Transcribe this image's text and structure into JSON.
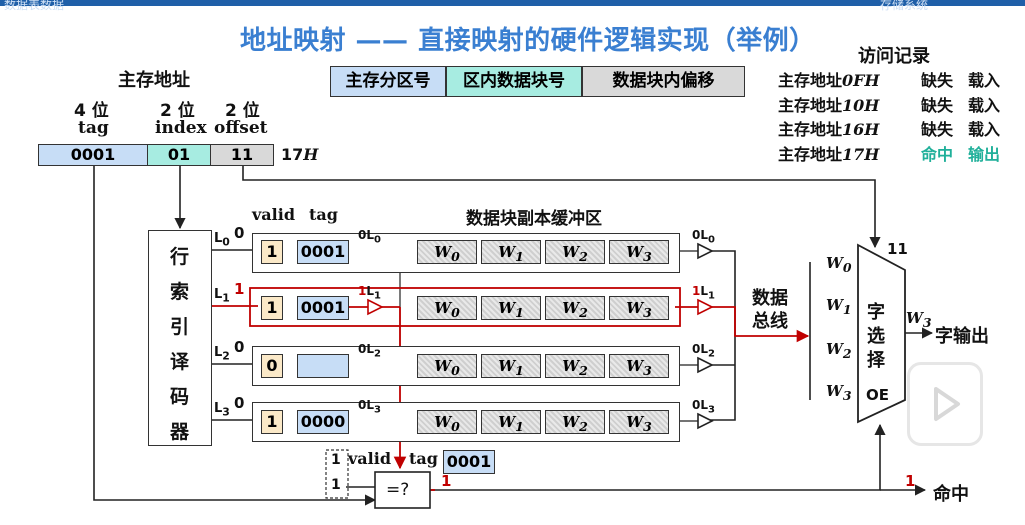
{
  "header": {
    "left_text": "数据表数据",
    "right_text": "存储系统"
  },
  "title": "地址映射 —— 直接映射的硬件逻辑实现（举例）",
  "address": {
    "title": "主存地址",
    "fields": [
      {
        "bits": "4 位",
        "name": "tag",
        "value": "0001"
      },
      {
        "bits": "2 位",
        "name": "index",
        "value": "01"
      },
      {
        "bits": "2 位",
        "name": "offset",
        "value": "11"
      }
    ],
    "hex_value": "17",
    "hex_suffix": "H"
  },
  "format": {
    "parts": [
      "主存分区号",
      "区内数据块号",
      "数据块内偏移"
    ]
  },
  "access_log": {
    "title": "访问记录",
    "prefix": "主存地址",
    "rows": [
      {
        "addr": "0F",
        "suffix": "H",
        "result": "缺失",
        "action": "载入"
      },
      {
        "addr": "10",
        "suffix": "H",
        "result": "缺失",
        "action": "载入"
      },
      {
        "addr": "16",
        "suffix": "H",
        "result": "缺失",
        "action": "载入"
      },
      {
        "addr": "17",
        "suffix": "H",
        "result": "命中",
        "action": "输出"
      }
    ]
  },
  "decoder": {
    "label": [
      "行",
      "索",
      "引",
      "译",
      "码",
      "器"
    ]
  },
  "buffer": {
    "title": "数据块副本缓冲区",
    "valid_header": "valid",
    "tag_header": "tag",
    "words": [
      "W",
      "W",
      "W",
      "W"
    ],
    "word_subs": [
      "0",
      "1",
      "2",
      "3"
    ],
    "lines": [
      {
        "L": "L",
        "sub": "0",
        "select": "0",
        "valid": "1",
        "tag": "0001"
      },
      {
        "L": "L",
        "sub": "1",
        "select": "1",
        "valid": "1",
        "tag": "0001"
      },
      {
        "L": "L",
        "sub": "2",
        "select": "0",
        "valid": "0",
        "tag": ""
      },
      {
        "L": "L",
        "sub": "3",
        "select": "0",
        "valid": "1",
        "tag": "0000"
      }
    ]
  },
  "bus_label": [
    "数据",
    "总线"
  ],
  "mux": {
    "label": [
      "字",
      "选",
      "择"
    ],
    "oe": "OE",
    "select_value": "11",
    "out_word": "W",
    "out_sub": "3",
    "out_label": "字输出"
  },
  "comparator": {
    "label": "=?",
    "valid_label": "valid",
    "tag_label": "tag",
    "tag_value": "0001",
    "in_values": [
      "1",
      "1"
    ],
    "out_value": "1",
    "hit_value": "1",
    "hit_label": "命中"
  }
}
